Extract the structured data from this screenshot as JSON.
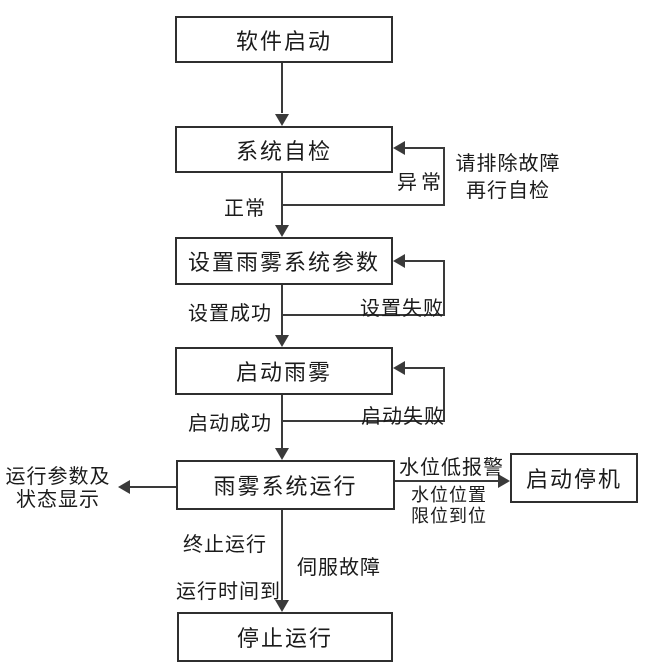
{
  "diagram": {
    "nodes": [
      {
        "id": "software-start",
        "label": "软件启动"
      },
      {
        "id": "system-self-check",
        "label": "系统自检"
      },
      {
        "id": "set-rain-fog-params",
        "label": "设置雨雾系统参数"
      },
      {
        "id": "start-rain-fog",
        "label": "启动雨雾"
      },
      {
        "id": "rain-fog-running",
        "label": "雨雾系统运行"
      },
      {
        "id": "start-shutdown",
        "label": "启动停机"
      },
      {
        "id": "stop-running",
        "label": "停止运行"
      }
    ],
    "labels": {
      "normal": "正常",
      "abnormal": "异常",
      "fix_fault_line1": "请排除故障",
      "fix_fault_line2": "再行自检",
      "set_success": "设置成功",
      "set_fail": "设置失败",
      "start_success": "启动成功",
      "start_fail": "启动失败",
      "display_line1": "运行参数及",
      "display_line2": "状态显示",
      "low_water_alarm": "水位低报警",
      "water_pos_line1": "水位位置",
      "water_pos_line2": "限位到位",
      "terminate": "终止运行",
      "servo_fault": "伺服故障",
      "time_up": "运行时间到"
    },
    "edges": [
      {
        "from": "software-start",
        "to": "system-self-check",
        "label": ""
      },
      {
        "from": "system-self-check",
        "to": "set-rain-fog-params",
        "label": "正常"
      },
      {
        "from": "system-self-check",
        "to": "system-self-check",
        "label": "异常",
        "note": "请排除故障 再行自检"
      },
      {
        "from": "set-rain-fog-params",
        "to": "start-rain-fog",
        "label": "设置成功"
      },
      {
        "from": "set-rain-fog-params",
        "to": "set-rain-fog-params",
        "label": "设置失败"
      },
      {
        "from": "start-rain-fog",
        "to": "rain-fog-running",
        "label": "启动成功"
      },
      {
        "from": "start-rain-fog",
        "to": "start-rain-fog",
        "label": "启动失败"
      },
      {
        "from": "rain-fog-running",
        "to": "display",
        "label": "运行参数及状态显示"
      },
      {
        "from": "rain-fog-running",
        "to": "start-shutdown",
        "label": "水位低报警 水位位置 限位到位"
      },
      {
        "from": "rain-fog-running",
        "to": "stop-running",
        "label": "终止运行 运行时间到 伺服故障"
      }
    ],
    "colors": {
      "line": "#3a3a3a",
      "text": "#1b1b1b",
      "background": "#ffffff"
    }
  }
}
